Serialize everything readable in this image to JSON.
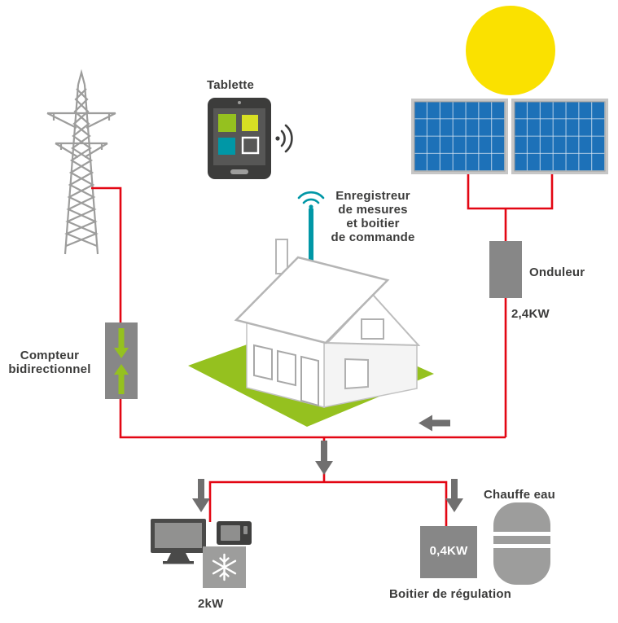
{
  "labels": {
    "tablet": "Tablette",
    "recorder_lines": [
      "Enregistreur",
      "de mesures",
      "et boitier",
      "de commande"
    ],
    "inverter": "Onduleur",
    "inverter_power": "2,4KW",
    "meter": "Compteur bidirectionnel",
    "water_heater": "Chauffe eau",
    "regulation_power": "0,4KW",
    "regulation_label": "Boitier de régulation",
    "appliances_power": "2kW"
  },
  "icons": {
    "sun": "sun-icon",
    "solar_panels": "solar-panel-icon",
    "pylon": "power-pylon-icon",
    "tablet": "tablet-icon",
    "tablet_wifi": "wifi-icon",
    "house": "house-icon",
    "antenna_wifi": "antenna-wifi-icon",
    "meter_arrows": "bidirectional-arrows-icon",
    "tv": "tv-icon",
    "microwave": "microwave-icon",
    "freezer": "freezer-icon",
    "snowflake": "snowflake-icon",
    "water_heater": "water-heater-icon",
    "flow_arrows": "flow-arrow-icon"
  },
  "colors": {
    "wire_red": "#e30613",
    "accent_green": "#95c11f",
    "sun_yellow": "#fae100",
    "panel_blue": "#1d71b8",
    "teal": "#0097a6",
    "box_gray": "#878787",
    "icon_gray": "#9d9d9c",
    "arrow_gray": "#706f6f",
    "text": "#3c3c3b"
  }
}
